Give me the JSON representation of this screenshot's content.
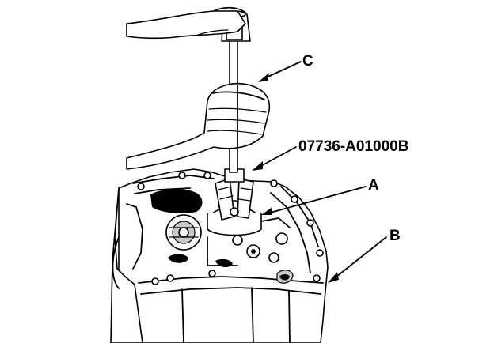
{
  "callouts": {
    "c": "C",
    "tool_number": "07736-A01000B",
    "a": "A",
    "b": "B"
  },
  "colors": {
    "line": "#000000",
    "background": "#ffffff"
  }
}
